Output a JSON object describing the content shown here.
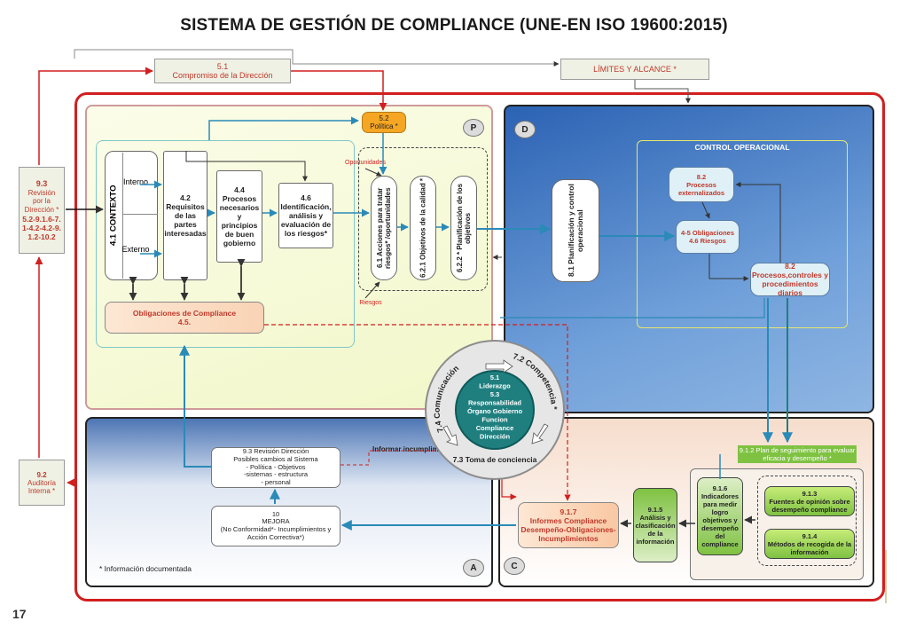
{
  "title": "SISTEMA DE GESTIÓN DE COMPLIANCE (UNE-EN ISO 19600:2015)",
  "page_number": "17",
  "top": {
    "commitment": {
      "num": "5.1",
      "label": "Compromiso de la Dirección"
    },
    "scope": "LÍMITES Y ALCANCE *"
  },
  "left": {
    "review": {
      "num": "9.3",
      "line1": "Revisión",
      "line2": "por la",
      "line3": "Dirección *",
      "refs": "5.2-9.1.6-7.1-4.2-4.2-9.1.2-10.2"
    },
    "audit": {
      "num": "9.2",
      "line1": "Auditoría",
      "line2": "Interna *"
    }
  },
  "quadrants": {
    "p": "P",
    "d": "D",
    "a": "A",
    "c": "C"
  },
  "plan": {
    "policy": {
      "num": "5.2",
      "label": "Política *"
    },
    "context": "4.1 CONTEXTO",
    "interno": "Interno",
    "externo": "Externo",
    "requisitos": {
      "num": "4.2",
      "label": "Requisitos de las partes interesadas"
    },
    "procesos": {
      "num": "4.4",
      "label": "Procesos necesarios y principios de buen gobierno"
    },
    "identificacion": {
      "num": "4.6",
      "label": "Identificación, análisis y evaluación de los riesgos*"
    },
    "oportunidades": "Oportunidades",
    "riesgos": "Riesgos",
    "acciones": "6.1 Acciones para tratar riesgos* /oportunidades",
    "objetivos": "6.2.1 Objetivos de la calidad *",
    "planificacion_obj": "6.2.2 * Planificación de los objetivos",
    "obligaciones": {
      "label": "Obligaciones de Compliance",
      "num": "4.5."
    }
  },
  "do": {
    "planificacion_control": "8.1 Planificación y control operacional",
    "control_title": "CONTROL OPERACIONAL",
    "externalizados": {
      "num": "8.2",
      "label": "Procesos externalizados"
    },
    "obligaciones": {
      "line1": "4-5 Obligaciones",
      "line2": "4.6 Riesgos"
    },
    "procesos_controles": {
      "num": "8.2",
      "label": "Procesos,controles y procedimientos diarios"
    }
  },
  "center": {
    "leadership": [
      "5.1",
      "Liderazgo",
      "5.3",
      "Responsabilidad",
      "Órgano Gobierno",
      "Funcion",
      "Compliance",
      "Dirección"
    ],
    "comunicacion": "7.4 Comunicación",
    "competencia": "7.2 Competencia *",
    "toma": "7.3 Toma de conciencia"
  },
  "act": {
    "revision": [
      "9.3 Revisión Dirección",
      "Posibles cambios al Sistema",
      "- Política - Objetivos",
      "-sistemas - estructura",
      "- personal"
    ],
    "mejora": [
      "10",
      "MEJORA",
      "(No Conformidad*- Incumplimientos y",
      "Acción Correctiva*)"
    ],
    "informar": "Informar incumplimientos",
    "documentada": "* Información documentada"
  },
  "check": {
    "seguimiento": "9.1.2 Plan de seguimiento para evaluar eficacia y desempeño *",
    "informes": {
      "num": "9.1.7",
      "label": "Informes Compliance Desempeño-Obligaciones-Incumplimientos"
    },
    "analisis": {
      "num": "9.1.5",
      "label": "Análisis y clasificación de la información"
    },
    "indicadores": {
      "num": "9.1.6",
      "label": "Indicadores para medir logro objetivos y desempeño del compliance"
    },
    "fuentes": {
      "num": "9.1.3",
      "label": "Fuentes de opinión sobre desempeño compliance"
    },
    "metodos": {
      "num": "9.1.4",
      "label": "Métodos de recogida de la información"
    }
  },
  "colors": {
    "red": "#d21f1f",
    "teal": "#1f7f7f",
    "blue_arrow": "#2a8ab8",
    "plan_bg": "#f5f8d8",
    "do_bg": "#4f86c9",
    "check_bg": "#fbeee3",
    "act_bg": "#e9eef6",
    "green_box": "#7fc242",
    "orange": "#f7a823"
  }
}
